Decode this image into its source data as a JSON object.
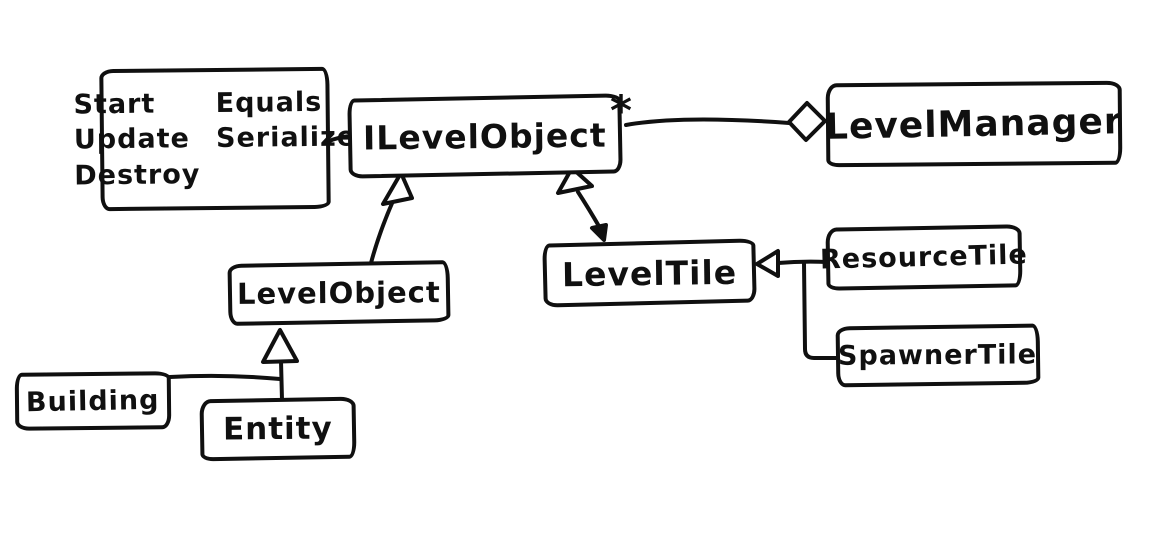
{
  "classes": {
    "ilevelobject": "ILevelObject",
    "levelmanager": "LevelManager",
    "levelobject": "LevelObject",
    "leveltile": "LevelTile",
    "resourcetile": "ResourceTile",
    "spawnertile": "SpawnerTile",
    "building": "Building",
    "entity": "Entity"
  },
  "methods_note": {
    "column1": [
      "Start",
      "Update",
      "Destroy"
    ],
    "column2": [
      "Equals",
      "Serialize"
    ]
  },
  "annotations": {
    "multiplicity": "*"
  },
  "relationships": [
    {
      "from": "ILevelObject",
      "to": "LevelManager",
      "type": "aggregation",
      "multiplicity": "*"
    },
    {
      "from": "LevelObject",
      "to": "ILevelObject",
      "type": "inheritance"
    },
    {
      "from": "LevelTile",
      "to": "ILevelObject",
      "type": "inheritance"
    },
    {
      "from": "ResourceTile",
      "to": "LevelTile",
      "type": "inheritance"
    },
    {
      "from": "SpawnerTile",
      "to": "LevelTile",
      "type": "inheritance"
    },
    {
      "from": "Building",
      "to": "LevelObject",
      "type": "inheritance"
    },
    {
      "from": "Entity",
      "to": "LevelObject",
      "type": "inheritance"
    },
    {
      "from": "methods note",
      "to": "ILevelObject",
      "type": "note-attachment"
    }
  ],
  "colors": {
    "ink": "#101010",
    "background": "#ffffff"
  }
}
